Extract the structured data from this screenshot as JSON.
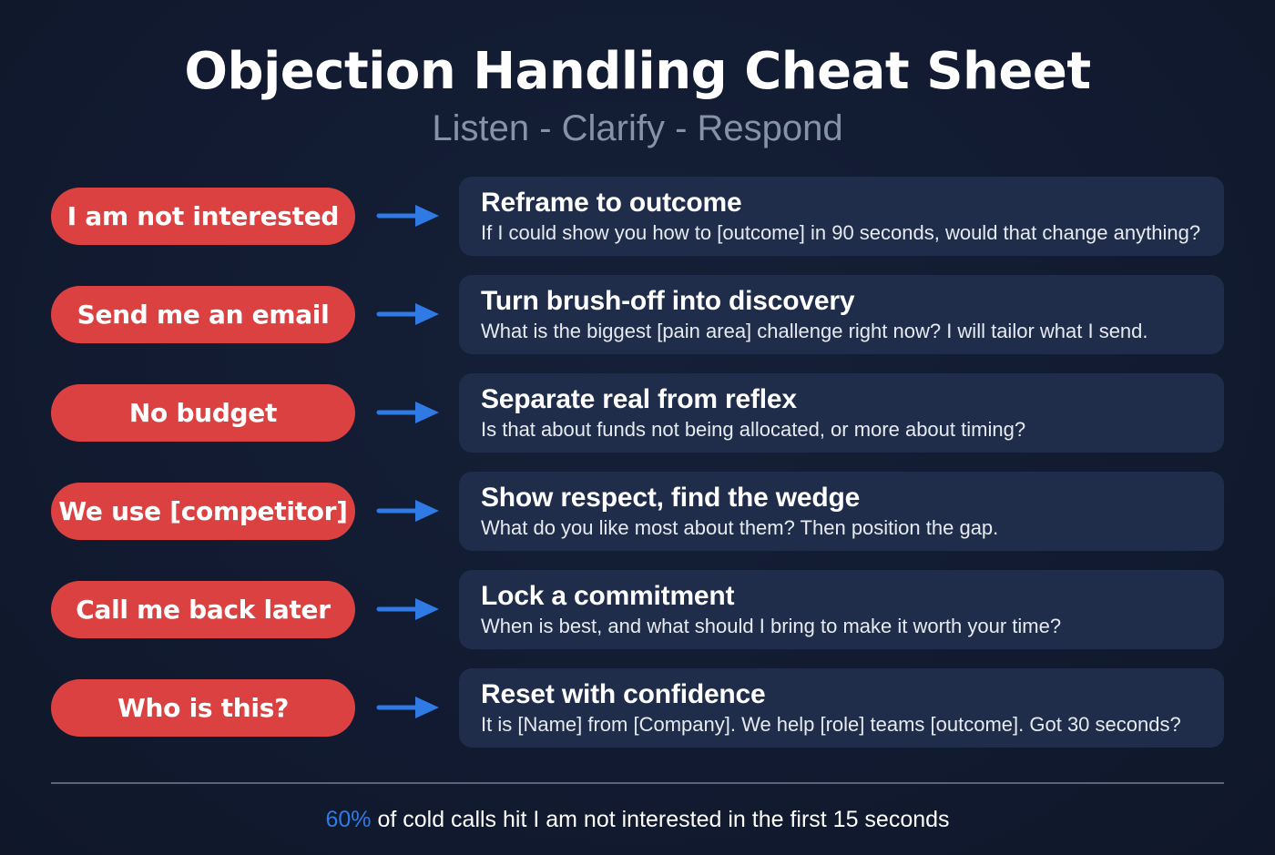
{
  "header": {
    "title": "Objection Handling Cheat Sheet",
    "subtitle": "Listen - Clarify - Respond"
  },
  "colors": {
    "background": "#111a30",
    "objection_pill": "#dc4141",
    "arrow": "#2f7ae5",
    "card": "#1f2d4a",
    "subtitle": "#8592a8",
    "highlight": "#2f7ae5"
  },
  "rows": [
    {
      "objection": "I am not interested",
      "arrow_icon": "arrow-right-icon",
      "response_title": "Reframe to outcome",
      "response_text": "If I could show you how to [outcome] in 90 seconds, would that change anything?"
    },
    {
      "objection": "Send me an email",
      "arrow_icon": "arrow-right-icon",
      "response_title": "Turn brush-off into discovery",
      "response_text": "What is the biggest [pain area] challenge right now? I will tailor what I send."
    },
    {
      "objection": "No budget",
      "arrow_icon": "arrow-right-icon",
      "response_title": "Separate real from reflex",
      "response_text": "Is that about funds not being allocated, or more about timing?"
    },
    {
      "objection": "We use [competitor]",
      "arrow_icon": "arrow-right-icon",
      "response_title": "Show respect, find the wedge",
      "response_text": "What do you like most about them? Then position the gap."
    },
    {
      "objection": "Call me back later",
      "arrow_icon": "arrow-right-icon",
      "response_title": "Lock a commitment",
      "response_text": "When is best, and what should I bring to make it worth your time?"
    },
    {
      "objection": "Who is this?",
      "arrow_icon": "arrow-right-icon",
      "response_title": "Reset with confidence",
      "response_text": "It is [Name] from [Company]. We help [role] teams [outcome]. Got 30 seconds?"
    }
  ],
  "footer": {
    "stat": "60%",
    "text": " of cold calls hit I am not interested in the first 15 seconds"
  }
}
